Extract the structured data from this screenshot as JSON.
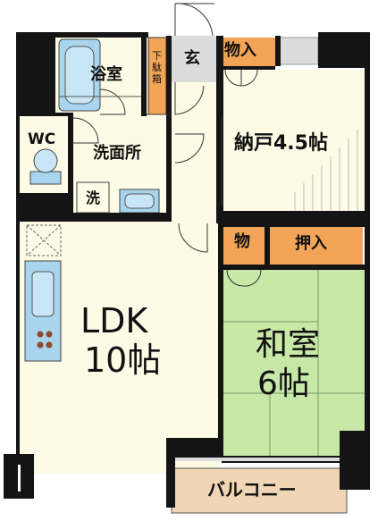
{
  "rooms": {
    "bath": "浴室",
    "wc": "WC",
    "washroom": "洗面所",
    "washer": "洗",
    "entrance": "玄",
    "shoe_box": "下駄箱",
    "storage_top": "物入",
    "storage_room": "納戸4.5帖",
    "storage_small": "物",
    "closet": "押入",
    "ldk_name": "LDK",
    "ldk_size": "10帖",
    "washitsu_name": "和室",
    "washitsu_size": "6帖",
    "balcony": "バルコニー"
  },
  "colors": {
    "wall": "#141414",
    "floor": "#fdfbe6",
    "tatami": "#c8e8a8",
    "storage": "#f2a556",
    "bath": "#a8d4ee",
    "balcony": "#f0d6b4",
    "window": "#dcdcdc"
  }
}
